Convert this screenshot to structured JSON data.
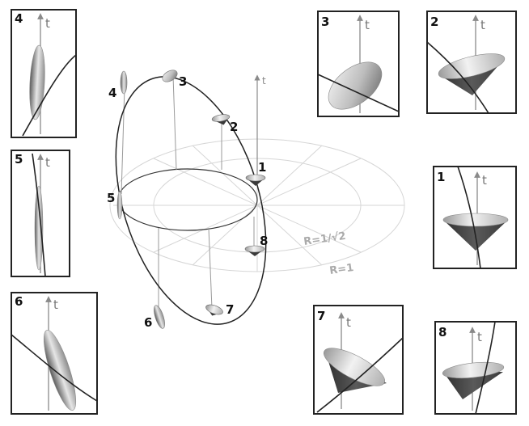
{
  "diagram": {
    "axis_label": "t",
    "radius_labels": {
      "inner": "R=1/√2",
      "outer": "R=1"
    },
    "orbit_labels": [
      "1",
      "2",
      "3",
      "4",
      "5",
      "6",
      "7",
      "8"
    ],
    "panels": [
      {
        "number": "4",
        "t": "t"
      },
      {
        "number": "3",
        "t": "t"
      },
      {
        "number": "2",
        "t": "t"
      },
      {
        "number": "5",
        "t": "t"
      },
      {
        "number": "1",
        "t": "t"
      },
      {
        "number": "6",
        "t": "t"
      },
      {
        "number": "7",
        "t": "t"
      },
      {
        "number": "8",
        "t": "t"
      }
    ],
    "colors": {
      "line": "#222222",
      "grid": "#d4d4d4",
      "axis": "#8a8a8a",
      "cone_dark": "#3a3a3a",
      "cone_light": "#e8e8e8"
    }
  }
}
